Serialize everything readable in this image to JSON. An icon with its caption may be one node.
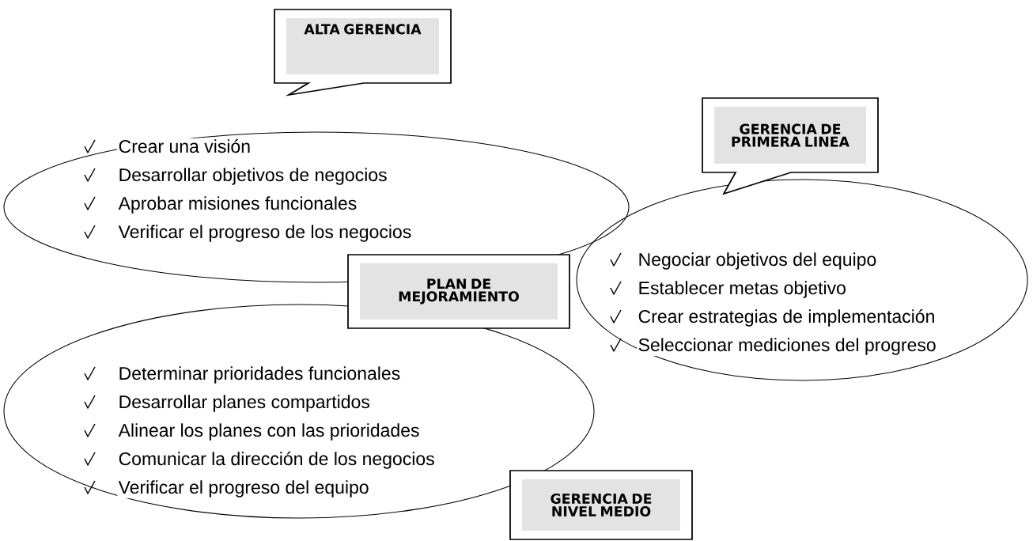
{
  "diagram": {
    "nodes": [
      {
        "text": [
          "ALTA GERENCIA"
        ]
      },
      {
        "text": [
          "Crear una visión",
          "Desarrollar objetivos de negocios",
          "Aprobar misiones funcionales",
          "Verificar el progreso de los negocios"
        ]
      },
      {
        "text": [
          "GERENCIA DE PRIMERA LINEA"
        ]
      },
      {
        "text": [
          "Negociar objetivos del equipo",
          "Establecer metas objetivo",
          "Crear estrategias de implementación",
          "Seleccionar mediciones del progreso"
        ]
      },
      {
        "text": [
          "PLAN DE MEJORAMIENTO"
        ]
      },
      {
        "text": [
          "Determinar prioridades funcionales",
          "Desarrollar planes compartidos",
          "Alinear los planes con las prioridades",
          "Comunicar la dirección de los negocios",
          "Verificar el progreso del equipo"
        ]
      },
      {
        "text": [
          "GERENCIA DE NIVEL MEDIO"
        ]
      }
    ]
  }
}
